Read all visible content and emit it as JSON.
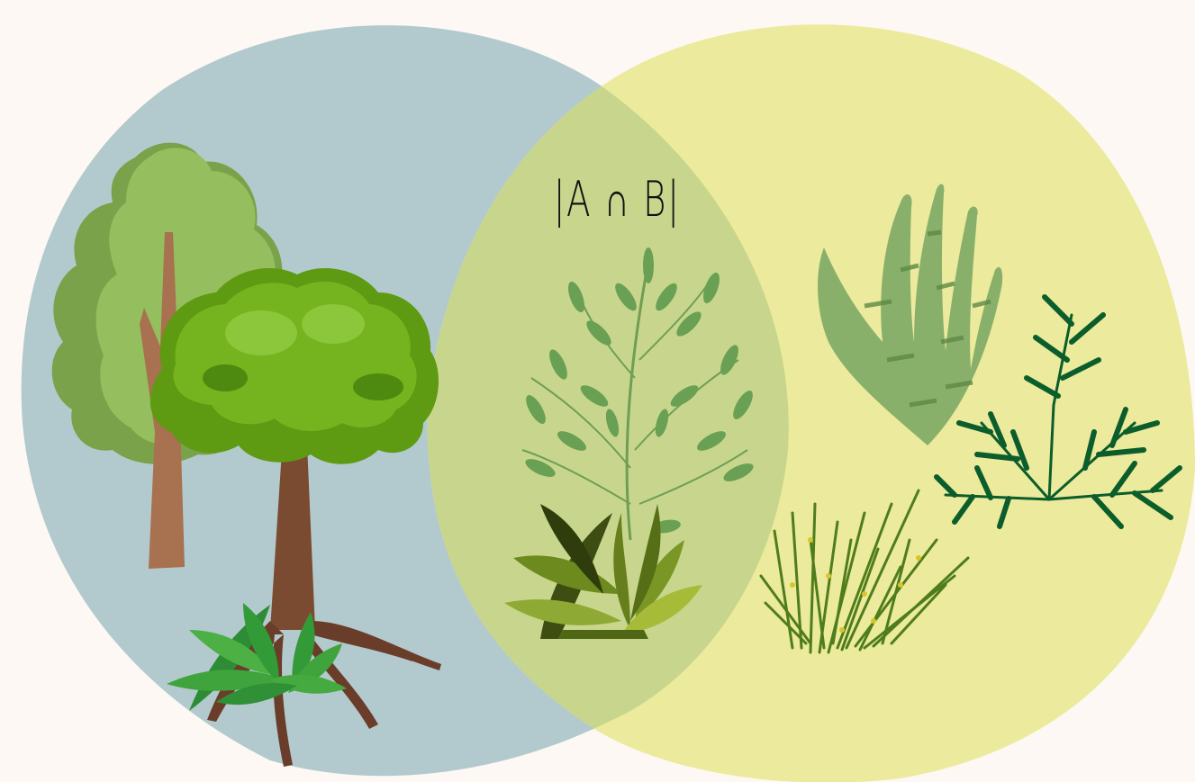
{
  "diagram": {
    "intersection_label": "|A ∩ B|",
    "colors": {
      "background": "#fdf8f4",
      "set_a": "#b2cacd",
      "set_b": "#ecea9c",
      "overlap": "#c7d68c",
      "leaf_light": "#94bd5c",
      "leaf_bright": "#72b31c",
      "trunk": "#a8704e",
      "dark_leaf": "#0b5e2b"
    },
    "set_a": {
      "name": "set-a-circle",
      "icons": [
        "trees-icon",
        "fern-icon"
      ]
    },
    "set_b": {
      "name": "set-b-circle",
      "icons": [
        "snake-plant-icon",
        "bamboo-palm-icon",
        "grass-icon"
      ]
    },
    "intersection": {
      "icons": [
        "shrub-icon"
      ]
    }
  }
}
